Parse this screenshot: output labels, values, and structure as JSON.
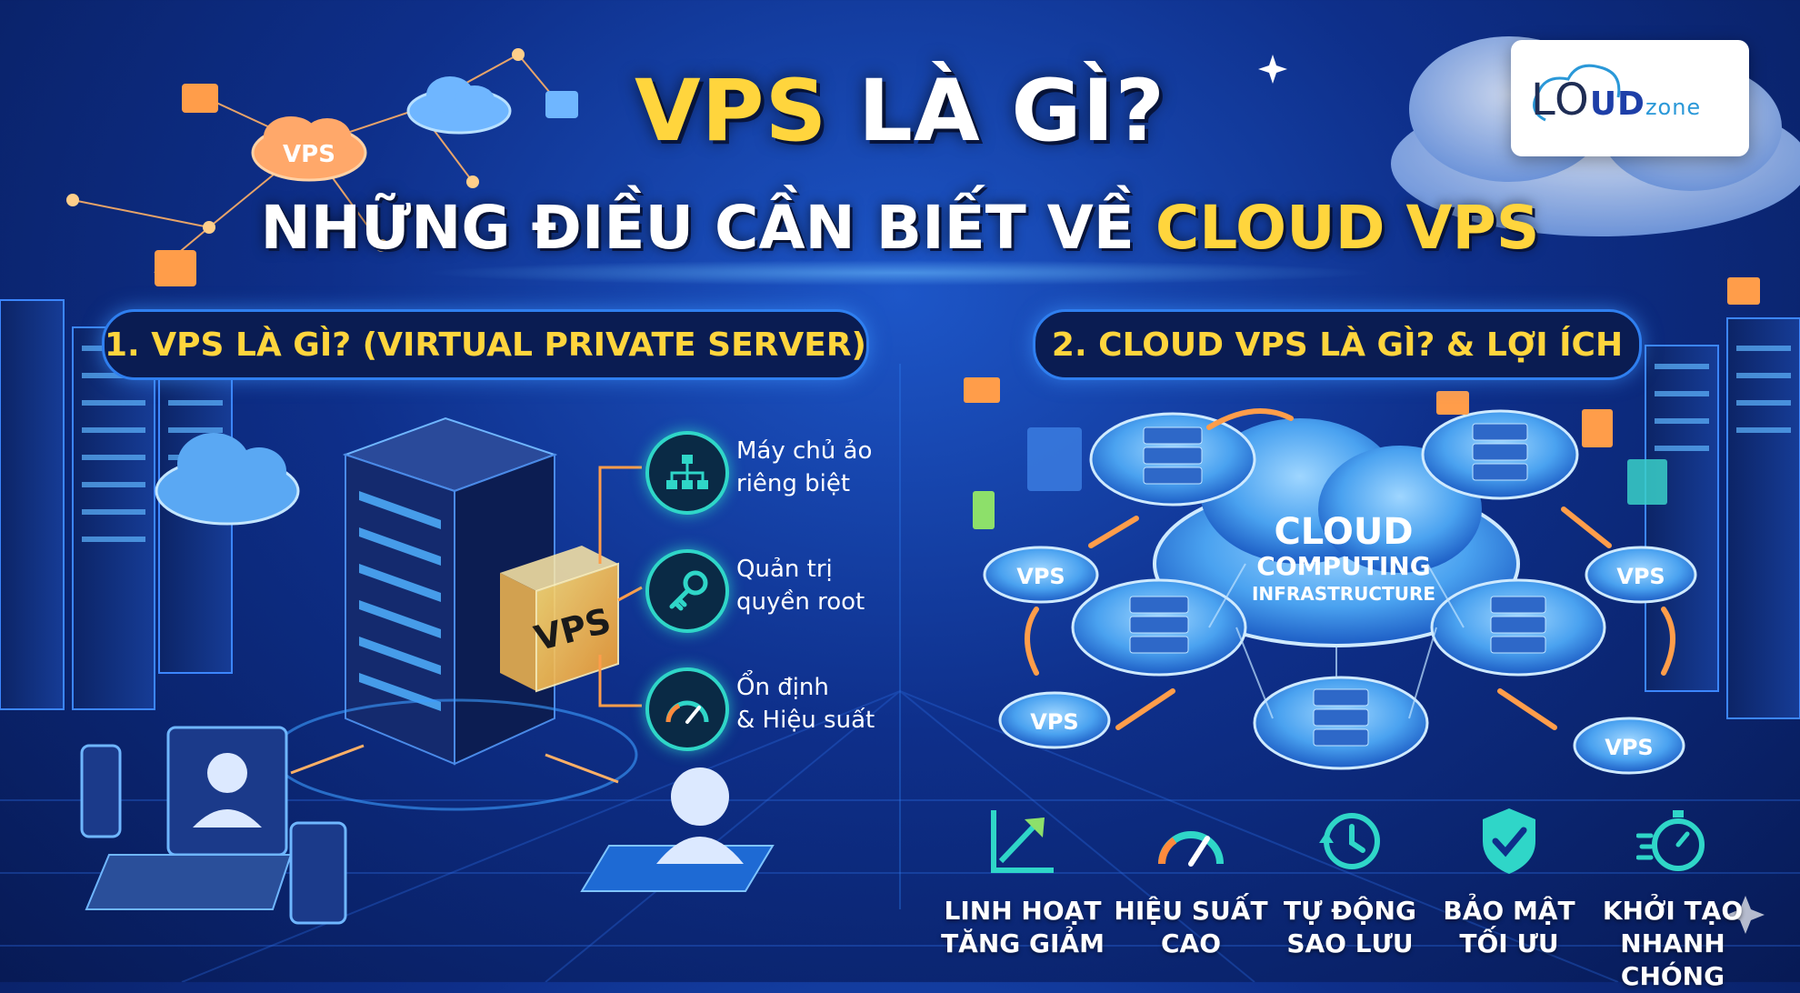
{
  "title": {
    "line1_highlight": "VPS",
    "line1_rest": " LÀ GÌ?",
    "line2_start": "NHỮNG ĐIỀU CẦN BIẾT VỀ ",
    "line2_highlight": "CLOUD VPS"
  },
  "logo": {
    "text_main": "L",
    "text_o": "O",
    "text_ud": "UD",
    "text_zone": "zone"
  },
  "left_section": {
    "heading": "1. VPS LÀ GÌ? (VIRTUAL PRIVATE SERVER)",
    "server_label": "VPS",
    "network_label": "VPS",
    "features": [
      {
        "line1": "Máy chủ ảo",
        "line2": "riêng biệt",
        "icon": "hierarchy-icon"
      },
      {
        "line1": "Quản trị",
        "line2": "quyền root",
        "icon": "key-icon"
      },
      {
        "line1": "Ổn định",
        "line2": "& Hiệu suất",
        "icon": "gauge-icon"
      }
    ]
  },
  "right_section": {
    "heading": "2. CLOUD VPS LÀ GÌ? & LỢI ÍCH",
    "cloud_title": "CLOUD",
    "cloud_subtitle": "COMPUTING",
    "cloud_caption": "INFRASTRUCTURE",
    "vps_nodes": [
      "VPS",
      "VPS",
      "VPS",
      "VPS"
    ],
    "benefits": [
      {
        "line1": "LINH HOẠT",
        "line2": "TĂNG GIẢM",
        "icon": "growth-chart-icon"
      },
      {
        "line1": "HIỆU SUẤT",
        "line2": "CAO",
        "icon": "speedometer-icon"
      },
      {
        "line1": "TỰ ĐỘNG",
        "line2": "SAO LƯU",
        "icon": "backup-clock-icon"
      },
      {
        "line1": "BẢO MẬT",
        "line2": "TỐI ƯU",
        "icon": "shield-check-icon"
      },
      {
        "line1": "KHỞI TẠO",
        "line2": "NHANH CHÓNG",
        "icon": "stopwatch-icon"
      }
    ]
  },
  "colors": {
    "accent_yellow": "#ffd53d",
    "accent_teal": "#2fd6c8",
    "accent_orange": "#ff8a3d",
    "bg_dark": "#071a55"
  }
}
